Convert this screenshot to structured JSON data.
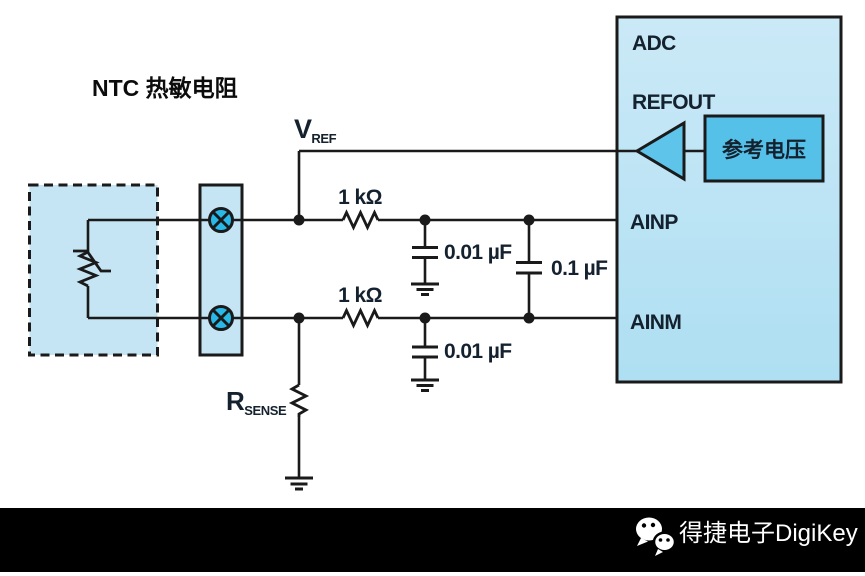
{
  "colors": {
    "line": "#1a1a1a",
    "text": "#14212e",
    "light_blue": "#c5e5f4",
    "adc_top": "#cbe9f7",
    "adc_bottom": "#aedff2",
    "cyan": "#29b9e8",
    "triangle_blue": "#5ec4ea",
    "refbox_blue": "#55c1e8",
    "footer_bg": "#000000",
    "footer_text": "#ffffff"
  },
  "title": "NTC 热敏电阻",
  "components": {
    "vref": {
      "base": "V",
      "sub": "REF"
    },
    "r_top": "1 kΩ",
    "r_bottom": "1 kΩ",
    "c_top": "0.01 µF",
    "c_bottom": "0.01 µF",
    "c_diff": "0.1 µF",
    "rsense": {
      "base": "R",
      "sub": "SENSE"
    }
  },
  "adc": {
    "name": "ADC",
    "pin_refout": "REFOUT",
    "pin_ainp": "AINP",
    "pin_ainm": "AINM",
    "ref_block": "参考电压"
  },
  "footer": {
    "icon": "wechat-icon",
    "brand": "得捷电子DigiKey"
  }
}
